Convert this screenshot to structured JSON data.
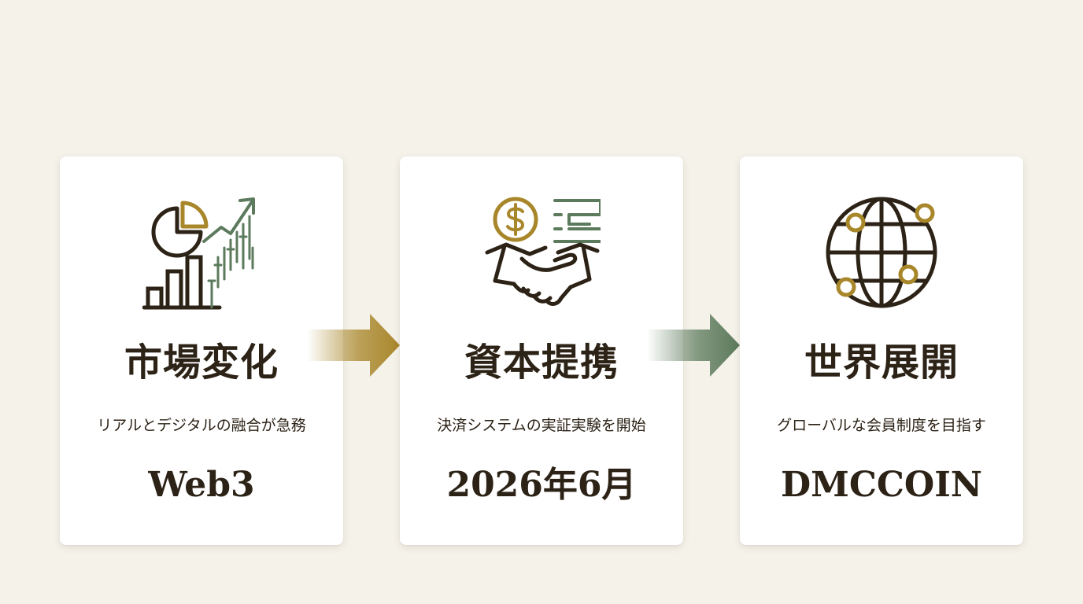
{
  "colors": {
    "background": "#f5f2ea",
    "card": "#ffffff",
    "text": "#2c2216",
    "gold": "#a8862a",
    "green": "#5c7a5c"
  },
  "cards": [
    {
      "icon": "chart-growth-icon",
      "title": "市場変化",
      "subtitle": "リアルとデジタルの融合が急務",
      "keyword": "Web3"
    },
    {
      "icon": "handshake-payment-icon",
      "title": "資本提携",
      "subtitle": "決済システムの実証実験を開始",
      "keyword": "2026年6月"
    },
    {
      "icon": "globe-network-icon",
      "title": "世界展開",
      "subtitle": "グローバルな会員制度を目指す",
      "keyword": "DMCCOIN"
    }
  ],
  "arrows": [
    {
      "icon": "arrow-right-icon",
      "color": "#a8862a"
    },
    {
      "icon": "arrow-right-icon",
      "color": "#5c7a5c"
    }
  ]
}
